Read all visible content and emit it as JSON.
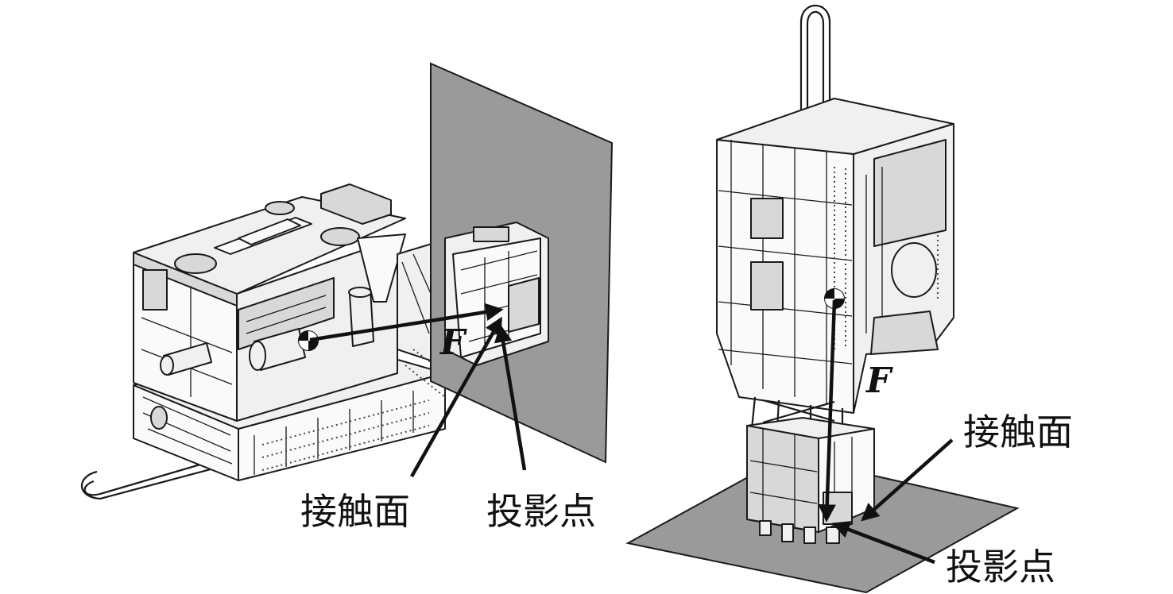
{
  "left_panel": {
    "labels": {
      "force": "F",
      "contact_surface": "接触面",
      "projection_point": "投影点"
    },
    "plate_color": "#6e6e6e"
  },
  "right_panel": {
    "labels": {
      "force": "F",
      "contact_surface": "接触面",
      "projection_point": "投影点"
    },
    "plate_color": "#a8a8a8"
  }
}
